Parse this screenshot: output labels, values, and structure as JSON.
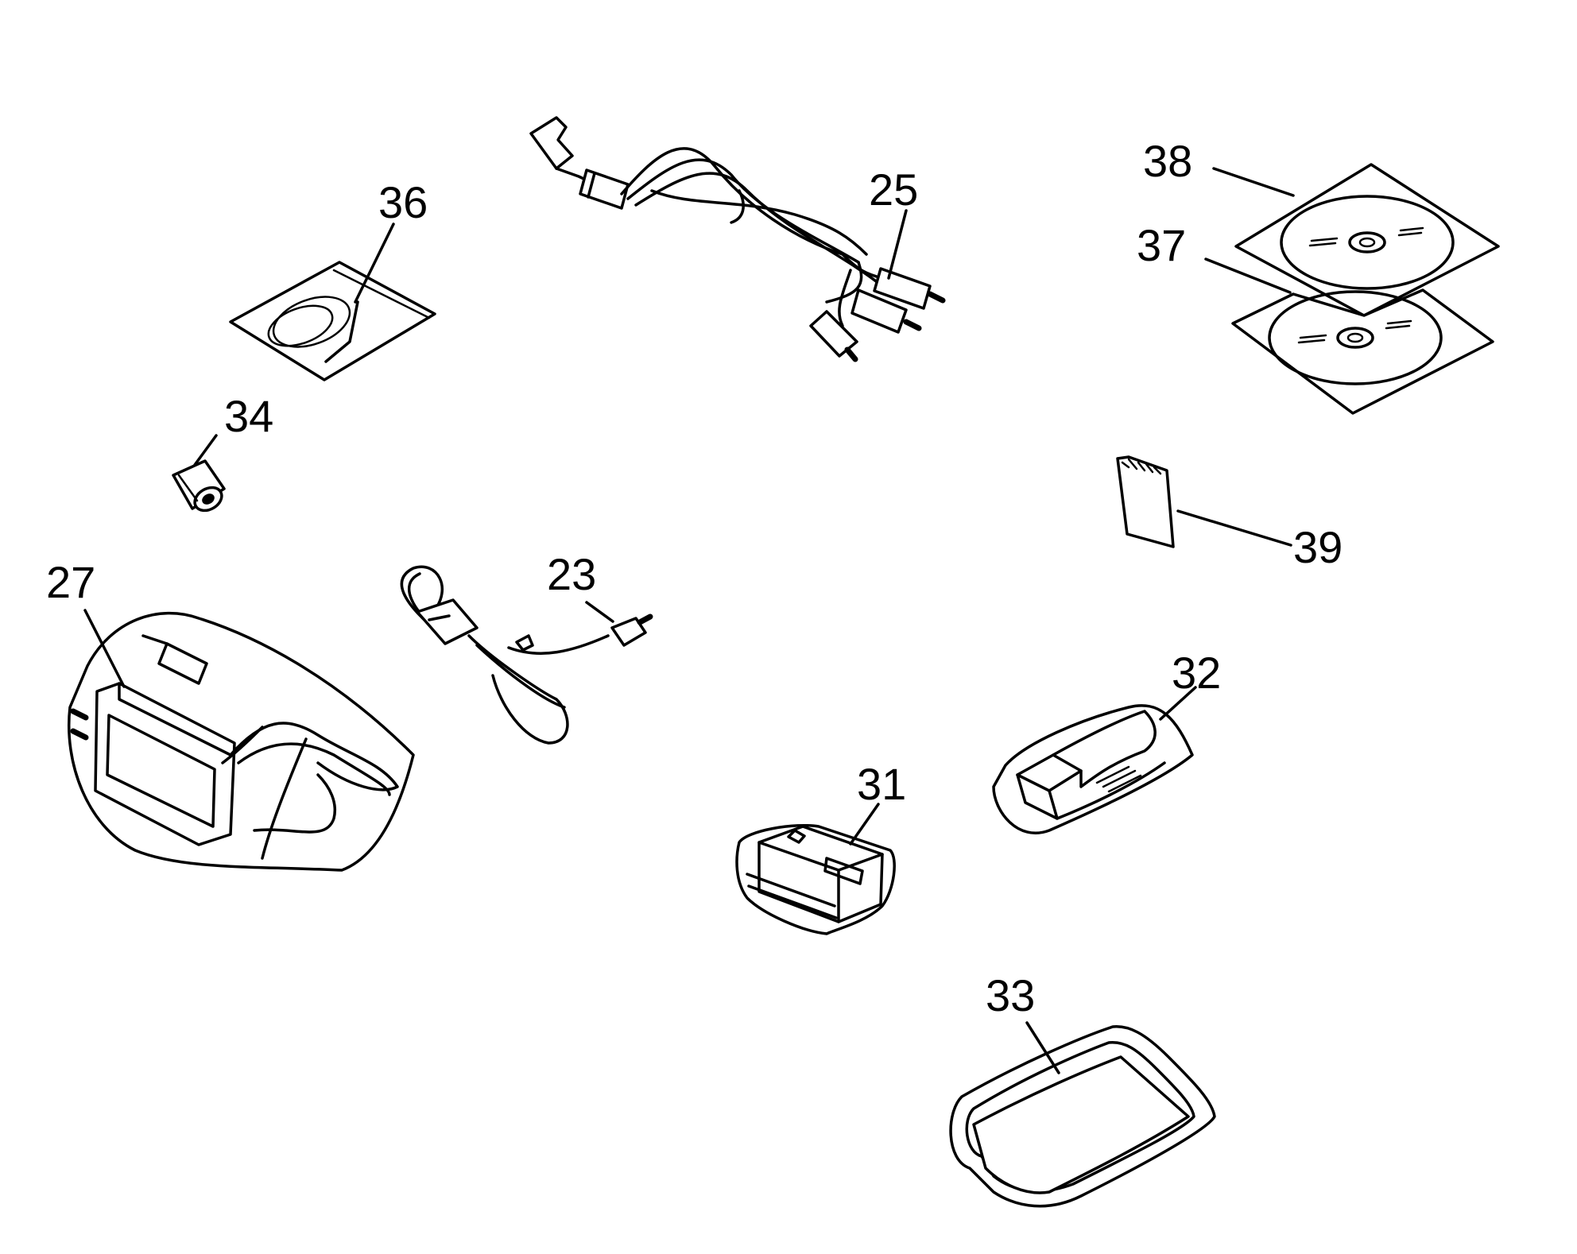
{
  "callouts": [
    {
      "id": "23",
      "text": "23"
    },
    {
      "id": "25",
      "text": "25"
    },
    {
      "id": "27",
      "text": "27"
    },
    {
      "id": "31",
      "text": "31"
    },
    {
      "id": "32",
      "text": "32"
    },
    {
      "id": "33",
      "text": "33"
    },
    {
      "id": "34",
      "text": "34"
    },
    {
      "id": "36",
      "text": "36"
    },
    {
      "id": "37",
      "text": "37"
    },
    {
      "id": "38",
      "text": "38"
    },
    {
      "id": "39",
      "text": "39"
    }
  ]
}
